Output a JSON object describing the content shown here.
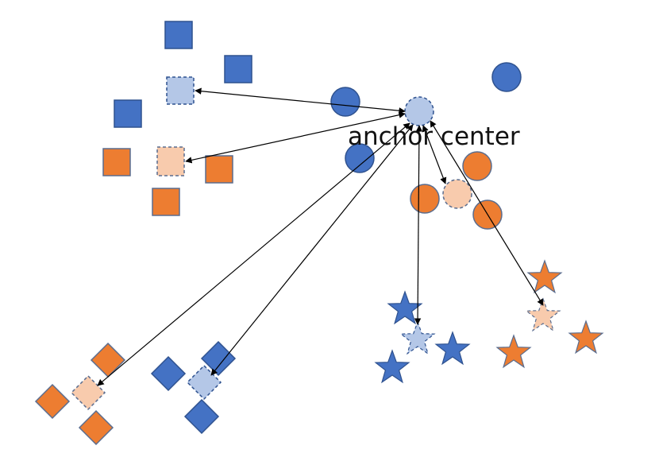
{
  "anchor": {
    "label": "anchor center"
  },
  "colors": {
    "blue": "#4472C4",
    "blue_stroke": "#2F528F",
    "orange": "#ED7D31",
    "orange_stroke": "#5A6D8F",
    "light_blue": "#B4C7E7",
    "light_orange": "#F8CBAD",
    "arrow": "#000000"
  },
  "groups": {
    "blue_squares": "square",
    "orange_squares": "square",
    "blue_circles": "circle",
    "orange_circles": "circle",
    "blue_stars": "star",
    "orange_stars": "star",
    "blue_diamonds": "diamond",
    "orange_diamonds": "diamond"
  }
}
